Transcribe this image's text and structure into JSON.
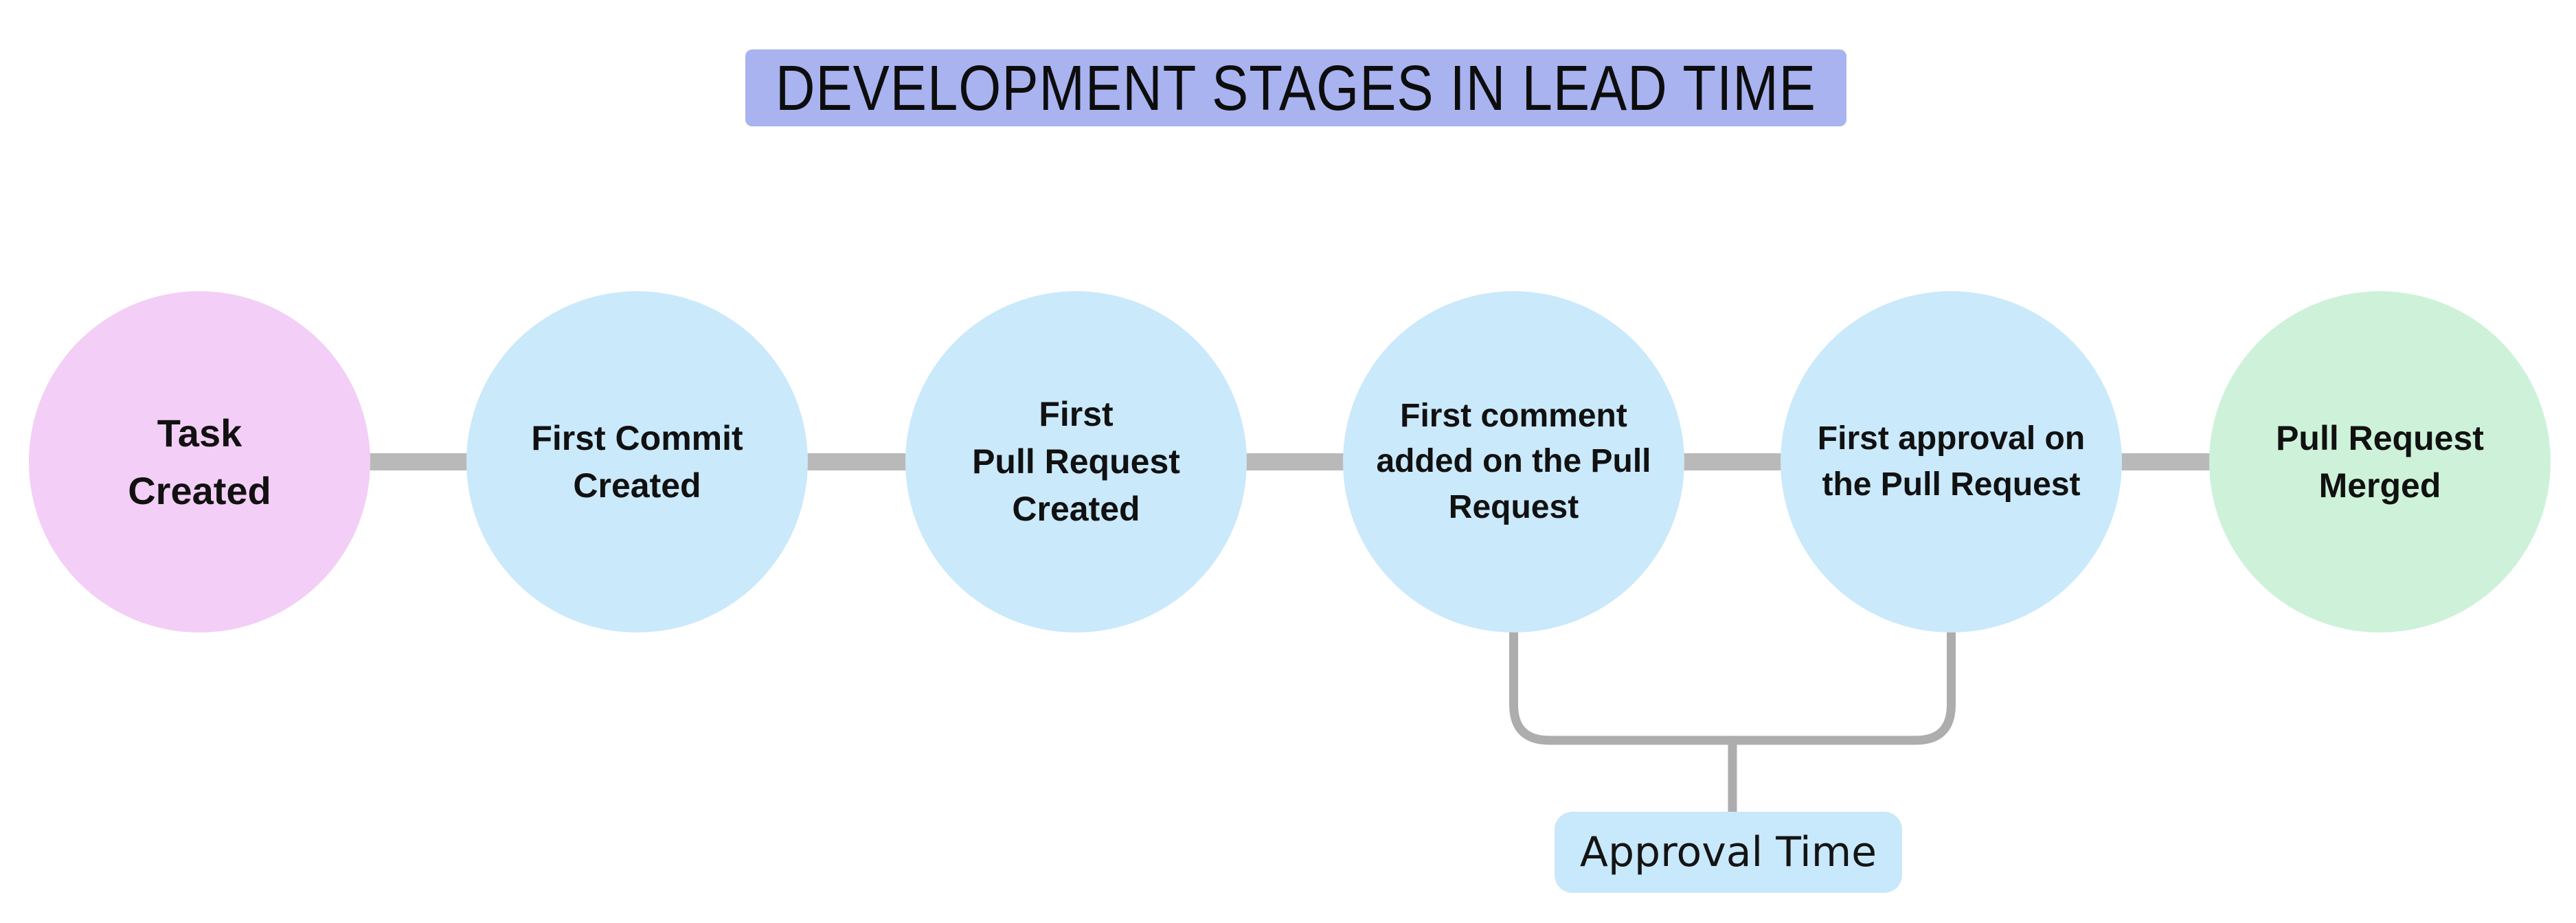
{
  "title": {
    "text": "DEVELOPMENT STAGES IN LEAD TIME",
    "bg": "#a9b3f0"
  },
  "flow": {
    "nodes": [
      {
        "id": "task-created",
        "label": "Task\nCreated",
        "color": "#f3cef6"
      },
      {
        "id": "first-commit-created",
        "label": "First Commit\nCreated",
        "color": "#cae9fb"
      },
      {
        "id": "first-pull-request-created",
        "label": "First\nPull Request\nCreated",
        "color": "#cae9fb"
      },
      {
        "id": "first-comment-added",
        "label": "First comment\nadded on the Pull\nRequest",
        "color": "#cae9fb"
      },
      {
        "id": "first-approval",
        "label": "First approval on\nthe Pull Request",
        "color": "#cae9fb"
      },
      {
        "id": "pull-request-merged",
        "label": "Pull Request\nMerged",
        "color": "#cdf2d9"
      }
    ],
    "connector_color": "#b9b9b9"
  },
  "annotation": {
    "label": "Approval Time",
    "bg": "#c8e8fb",
    "bracket_color": "#adadad"
  }
}
